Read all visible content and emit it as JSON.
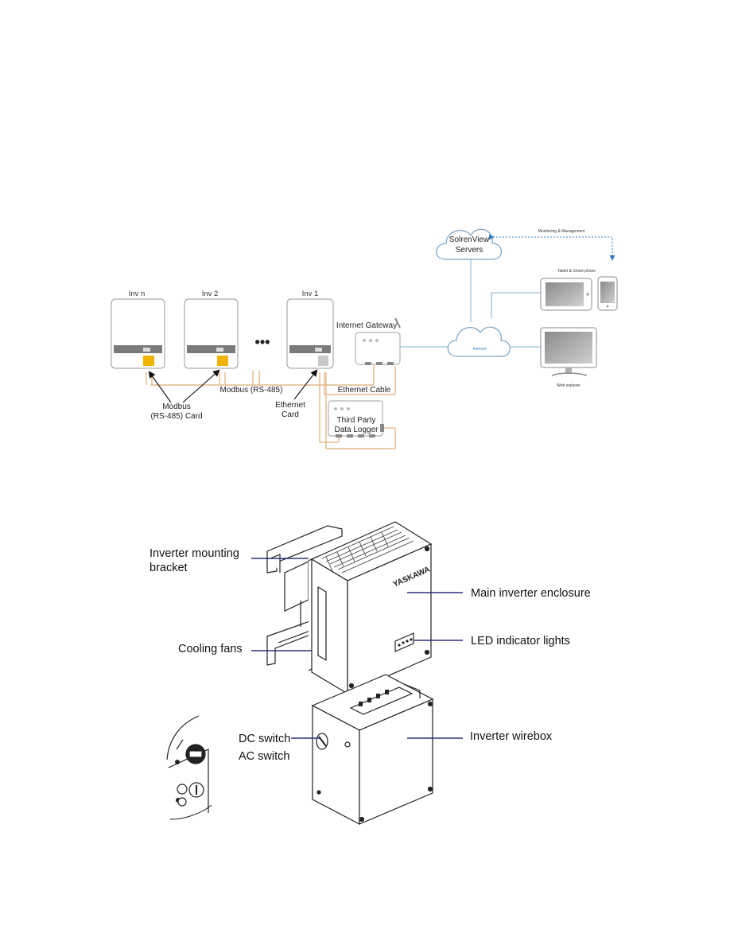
{
  "network": {
    "inverters": [
      "Inv n",
      "Inv 2",
      "Inv 1"
    ],
    "ellipsis": "•••",
    "gateway": "Internet Gateway",
    "servers_line1": "SolrenView",
    "servers_line2": "Servers",
    "monitoring": "Monitoring & Management",
    "tablet_phone": "Tablet & Smart phone",
    "internet": "Internet",
    "web_explorer": "Web explorer",
    "modbus_line1": "Modbus",
    "modbus_line2": "(RS-485) Card",
    "modbus_bus": "Modbus (RS-485)",
    "ethernet_line1": "Ethernet",
    "ethernet_line2": "Card",
    "ethernet_cable": "Ethernet Cable",
    "logger_line1": "Third Party",
    "logger_line2": "Data Logger",
    "colors": {
      "line": "#e3b98a",
      "card_modbus": "#f0b400",
      "card_ethernet": "#c8c8c8",
      "cloud_link": "#9bbfd9",
      "arrow": "#3a7fc0"
    }
  },
  "hardware": {
    "bracket_line1": "Inverter mounting",
    "bracket_line2": "bracket",
    "fans": "Cooling fans",
    "enclosure": "Main inverter enclosure",
    "leds": "LED indicator lights",
    "dc_switch": "DC switch",
    "ac_switch": "AC switch",
    "wirebox": "Inverter wirebox",
    "brand": "YASKAWA",
    "colors": {
      "leader": "#2b2f7a"
    }
  }
}
